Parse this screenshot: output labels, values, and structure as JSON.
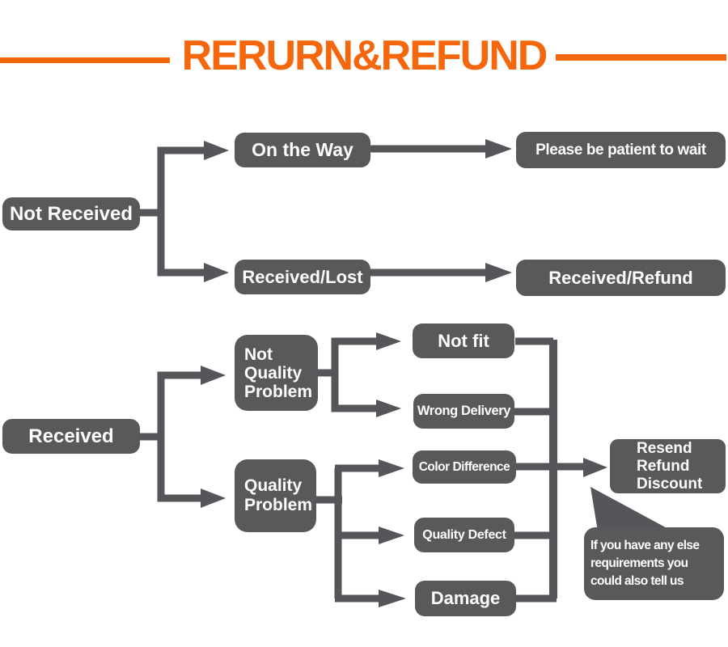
{
  "title": {
    "text": "RERURN&REFUND"
  },
  "colors": {
    "accent_orange": "#f5670d",
    "node_fill": "#5a585b",
    "edge_gray": "#57555a",
    "node_text": "#fdfdfd",
    "background": "#ffffff"
  },
  "flowchart": {
    "nodes": {
      "not_received": {
        "label": "Not Received"
      },
      "on_the_way": {
        "label": "On the Way"
      },
      "please_wait": {
        "label": "Please be patient to wait"
      },
      "received_lost": {
        "label": "Received/Lost"
      },
      "received_refund": {
        "label": "Received/Refund"
      },
      "received": {
        "label": "Received"
      },
      "not_quality_problem": {
        "lines": [
          "Not",
          "Quality",
          "Problem"
        ]
      },
      "quality_problem": {
        "lines": [
          "Quality",
          "Problem"
        ]
      },
      "not_fit": {
        "label": "Not fit"
      },
      "wrong_delivery": {
        "label": "Wrong Delivery"
      },
      "color_difference": {
        "label": "Color Difference"
      },
      "quality_defect": {
        "label": "Quality Defect"
      },
      "damage": {
        "label": "Damage"
      },
      "resend_refund_discount": {
        "lines": [
          "Resend",
          "Refund",
          "Discount"
        ]
      },
      "note_bubble": {
        "lines": [
          "If you have any else",
          "requirements you",
          "could also tell us"
        ]
      }
    },
    "edges": [
      {
        "from": "Not Received",
        "to": "On the Way"
      },
      {
        "from": "Not Received",
        "to": "Received/Lost"
      },
      {
        "from": "On the Way",
        "to": "Please be patient to wait"
      },
      {
        "from": "Received/Lost",
        "to": "Received/Refund"
      },
      {
        "from": "Received",
        "to": "Not Quality Problem"
      },
      {
        "from": "Received",
        "to": "Quality Problem"
      },
      {
        "from": "Not Quality Problem",
        "to": "Not fit"
      },
      {
        "from": "Not Quality Problem",
        "to": "Wrong Delivery"
      },
      {
        "from": "Quality Problem",
        "to": "Color Difference"
      },
      {
        "from": "Quality Problem",
        "to": "Quality Defect"
      },
      {
        "from": "Quality Problem",
        "to": "Damage"
      },
      {
        "from": "Not fit",
        "to": "Resend Refund Discount"
      },
      {
        "from": "Wrong Delivery",
        "to": "Resend Refund Discount"
      },
      {
        "from": "Color Difference",
        "to": "Resend Refund Discount"
      },
      {
        "from": "Quality Defect",
        "to": "Resend Refund Discount"
      },
      {
        "from": "Damage",
        "to": "Resend Refund Discount"
      }
    ]
  }
}
